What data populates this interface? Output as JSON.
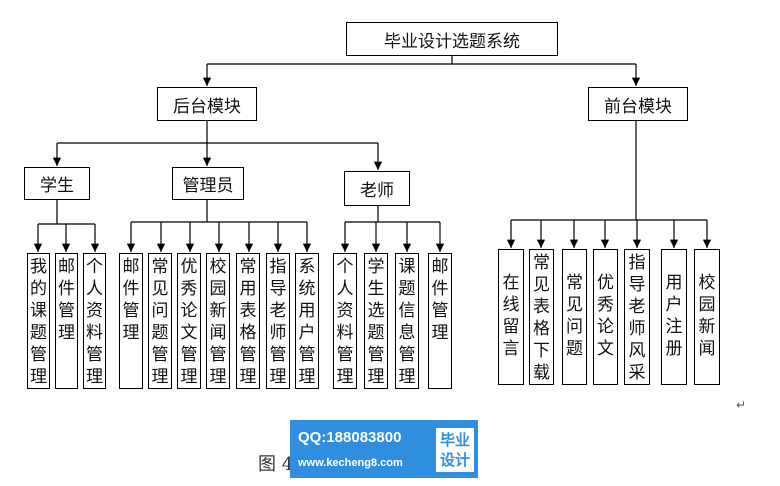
{
  "root": "毕业设计选题系统",
  "backend": {
    "label": "后台模块",
    "student": {
      "label": "学生",
      "leaves": [
        "我的课题管理",
        "邮件管理",
        "个人资料管理"
      ]
    },
    "admin": {
      "label": "管理员",
      "leaves": [
        "邮件管理",
        "常见问题管理",
        "优秀论文管理",
        "校园新闻管理",
        "常用表格管理",
        "指导老师管理",
        "系统用户管理"
      ]
    },
    "teacher": {
      "label": "老师",
      "leaves": [
        "个人资料管理",
        "学生选题管理",
        "课题信息管理",
        "邮件管理"
      ]
    }
  },
  "frontend": {
    "label": "前台模块",
    "leaves": [
      "在线留言",
      "常见表格下载",
      "常见问题",
      "优秀论文",
      "指导老师风采",
      "用户注册",
      "校园新闻"
    ]
  },
  "caption": "图 4",
  "para_mark": "↵",
  "watermark": {
    "qq": "QQ:188083800",
    "url": "www.kecheng8.com",
    "badge_line1": "毕业",
    "badge_line2": "设计"
  }
}
